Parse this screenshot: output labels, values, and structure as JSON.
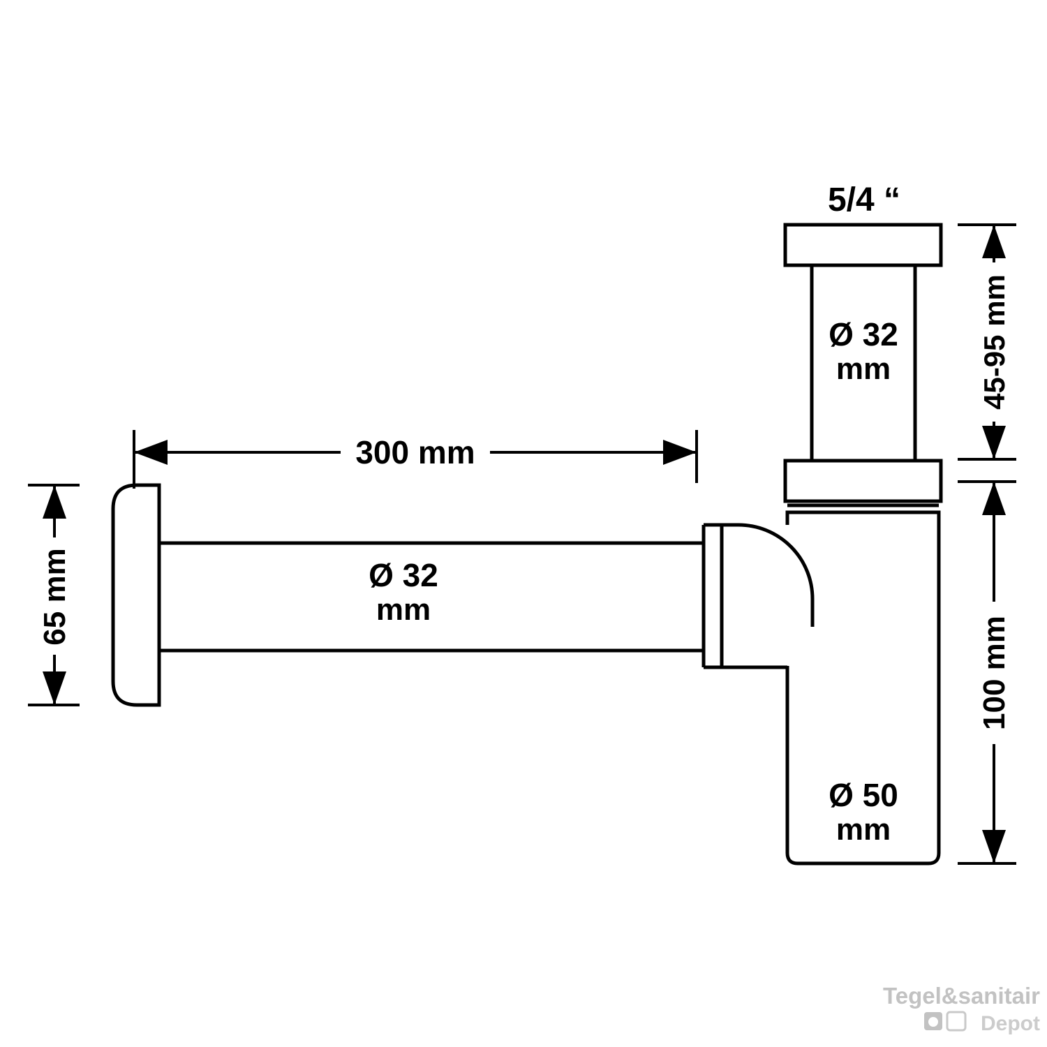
{
  "colors": {
    "background": "#ffffff",
    "line": "#000000",
    "watermark": "#c2c2c2"
  },
  "labels": {
    "thread_size": "5/4 “",
    "inlet_diameter_l1": "Ø 32",
    "inlet_diameter_l2": "mm",
    "inlet_height_range": "45-95 mm",
    "outlet_length": "300 mm",
    "outlet_diameter_l1": "Ø 32",
    "outlet_diameter_l2": "mm",
    "flange_height": "65 mm",
    "body_height": "100 mm",
    "body_diameter_l1": "Ø 50",
    "body_diameter_l2": "mm"
  },
  "watermark": {
    "line1": "Tegel&sanitair",
    "line2": "Depot"
  }
}
